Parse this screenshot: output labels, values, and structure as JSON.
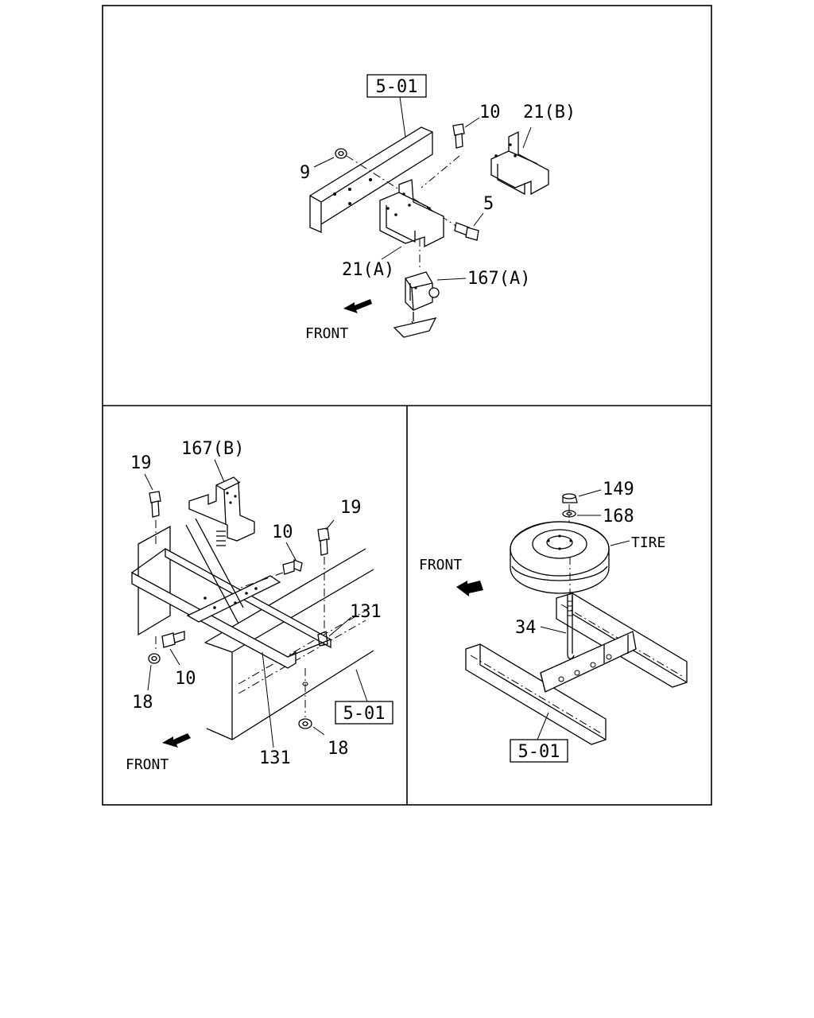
{
  "top_panel": {
    "ref_box": "5-01",
    "callouts": {
      "c9": "9",
      "c10": "10",
      "c21b": "21(B)",
      "c5": "5",
      "c21a": "21(A)",
      "c167a": "167(A)"
    },
    "front_label": "FRONT"
  },
  "bottom_left_panel": {
    "ref_box": "5-01",
    "callouts": {
      "c167b": "167(B)",
      "c19_left": "19",
      "c19_right": "19",
      "c10_top": "10",
      "c131_right": "131",
      "c10_bottom": "10",
      "c18_left": "18",
      "c131_bottom": "131",
      "c18_bottom": "18"
    },
    "front_label": "FRONT"
  },
  "bottom_right_panel": {
    "ref_box": "5-01",
    "callouts": {
      "c149": "149",
      "c168": "168",
      "tire": "TIRE",
      "c34": "34"
    },
    "front_label": "FRONT"
  }
}
